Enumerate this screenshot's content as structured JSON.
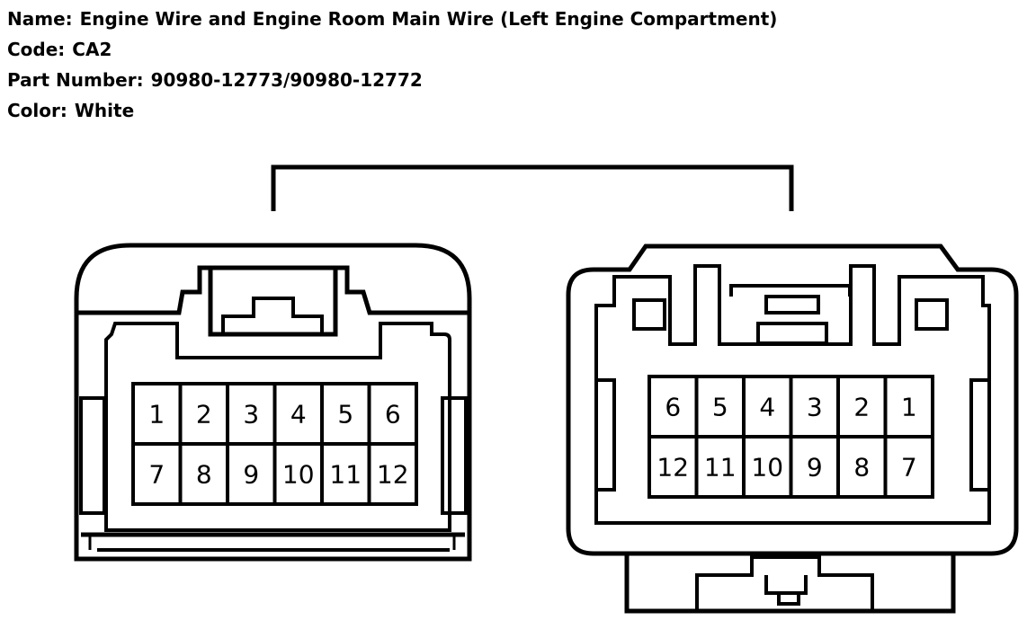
{
  "header": {
    "name_label": "Name:",
    "name_value": "Engine Wire and Engine Room Main Wire (Left Engine Compartment)",
    "code_label": "Code:",
    "code_value": "CA2",
    "part_label": "Part Number:",
    "part_value": "90980-12773/90980-12772",
    "color_label": "Color:",
    "color_value": "White"
  },
  "connectors": {
    "left": {
      "row1": [
        "1",
        "2",
        "3",
        "4",
        "5",
        "6"
      ],
      "row2": [
        "7",
        "8",
        "9",
        "10",
        "11",
        "12"
      ]
    },
    "right": {
      "row1": [
        "6",
        "5",
        "4",
        "3",
        "2",
        "1"
      ],
      "row2": [
        "12",
        "11",
        "10",
        "9",
        "8",
        "7"
      ]
    }
  }
}
